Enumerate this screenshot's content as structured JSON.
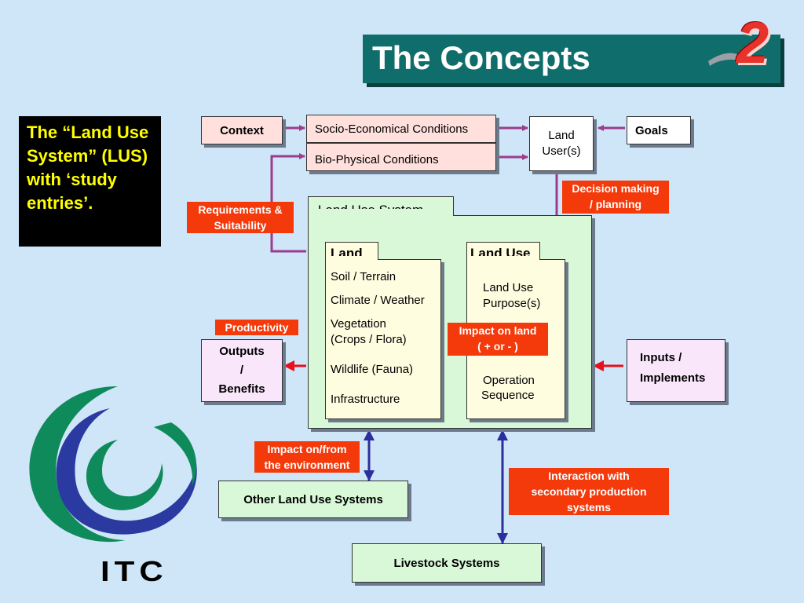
{
  "title": "The Concepts",
  "slide_number": "2",
  "intro_text": "The “Land Use System” (LUS) with ‘study entries’.",
  "boxes": {
    "context": "Context",
    "socio": "Socio-Economical Conditions",
    "bio": "Bio-Physical Conditions",
    "land_users": [
      "Land",
      "User(s)"
    ],
    "goals": "Goals",
    "lus": "Land Use System",
    "land": "Land",
    "land_items": [
      "Soil / Terrain",
      "Climate / Weather",
      "Vegetation",
      "(Crops / Flora)",
      "Wildlife (Fauna)",
      "Infrastructure"
    ],
    "land_use": "Land Use",
    "land_use_items": [
      "Land Use",
      "Purpose(s)",
      "Operation",
      "Sequence"
    ],
    "outputs": [
      "Outputs",
      "/",
      "Benefits"
    ],
    "inputs": [
      "Inputs /",
      "Implements"
    ],
    "other_lus": "Other Land Use Systems",
    "livestock": "Livestock Systems"
  },
  "tags": {
    "requirements": [
      "Requirements &",
      "Suitability"
    ],
    "decision": [
      "Decision making",
      "/ planning"
    ],
    "productivity": "Productivity",
    "impact_land": [
      "Impact on land",
      "( +  or - )"
    ],
    "impact_env": [
      "Impact on/from",
      "the environment"
    ],
    "interaction": [
      "Interaction with",
      "secondary production",
      "systems"
    ]
  },
  "logo": {
    "text": "ITC"
  },
  "colors": {
    "title_bar": "#0f6e6b",
    "tag": "#f43a0b",
    "arrow_red": "#e8101a",
    "arrow_purple": "#9b3c8c",
    "arrow_blue": "#2b2f9e"
  }
}
